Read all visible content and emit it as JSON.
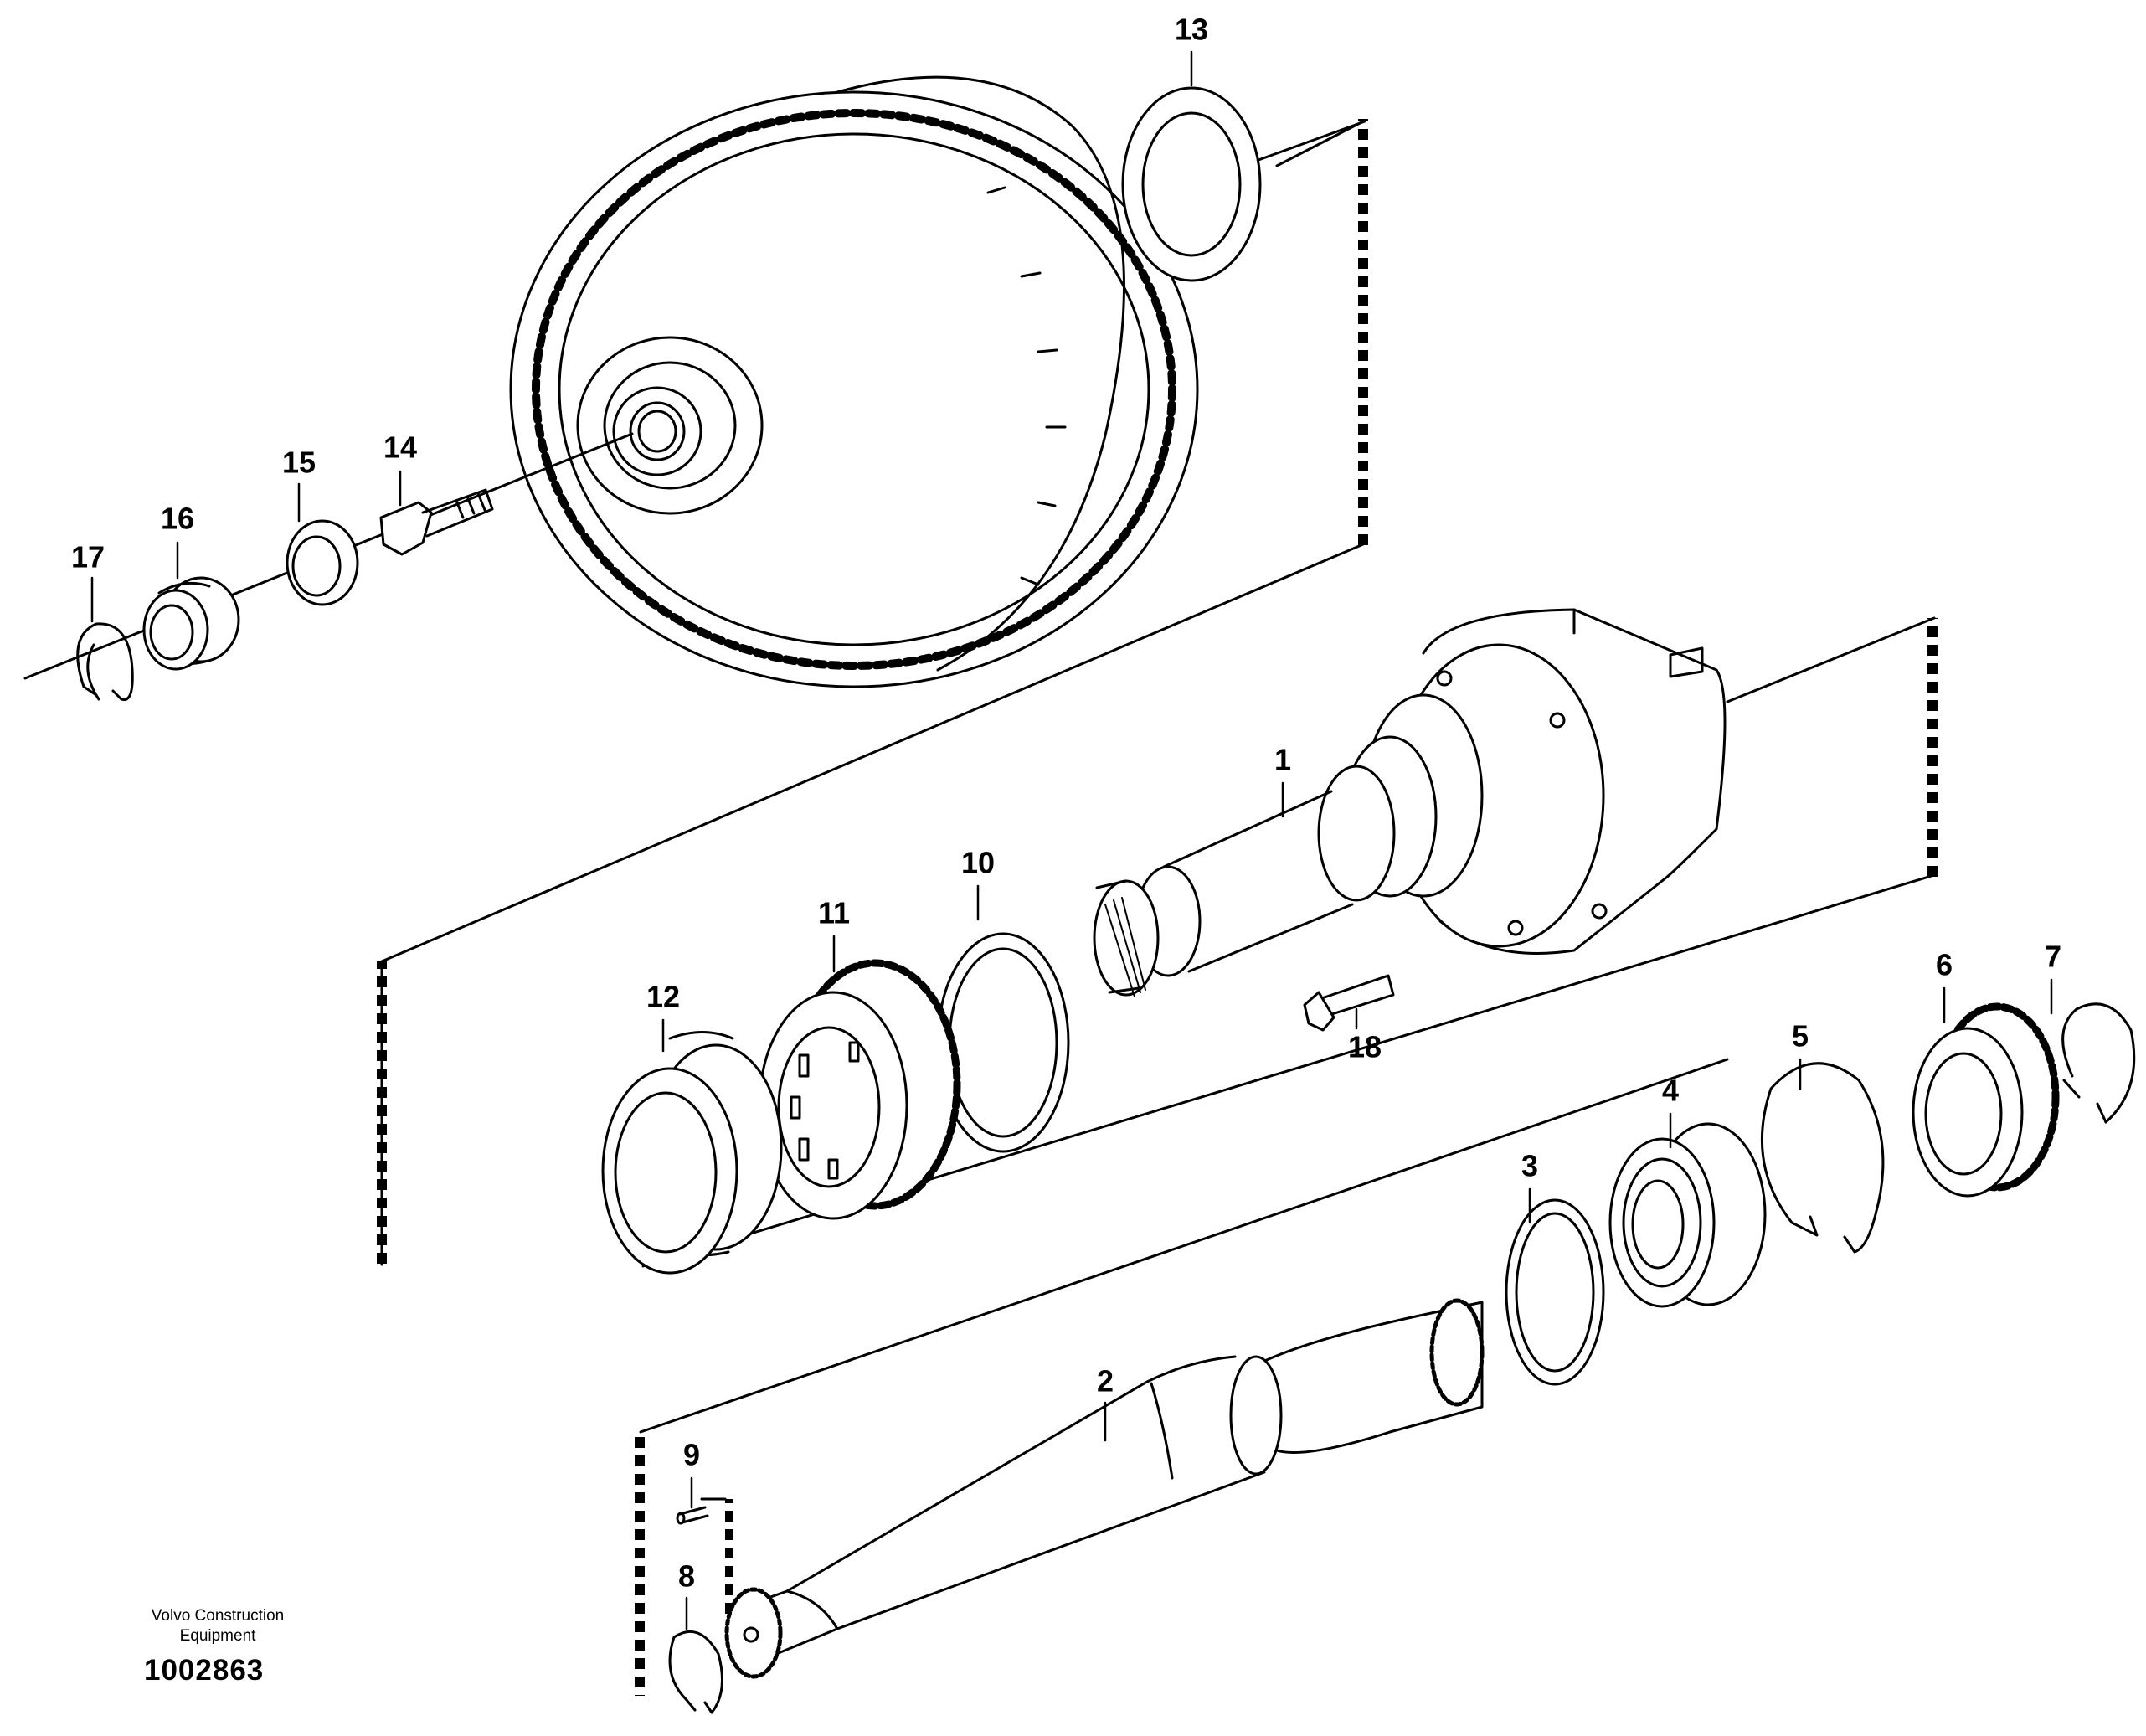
{
  "diagram": {
    "callouts": [
      "1",
      "2",
      "3",
      "4",
      "5",
      "6",
      "7",
      "8",
      "9",
      "10",
      "11",
      "12",
      "13",
      "14",
      "15",
      "16",
      "17",
      "18"
    ]
  },
  "footer": {
    "maker_line1": "Volvo Construction",
    "maker_line2": "Equipment",
    "doc_number": "1002863"
  }
}
